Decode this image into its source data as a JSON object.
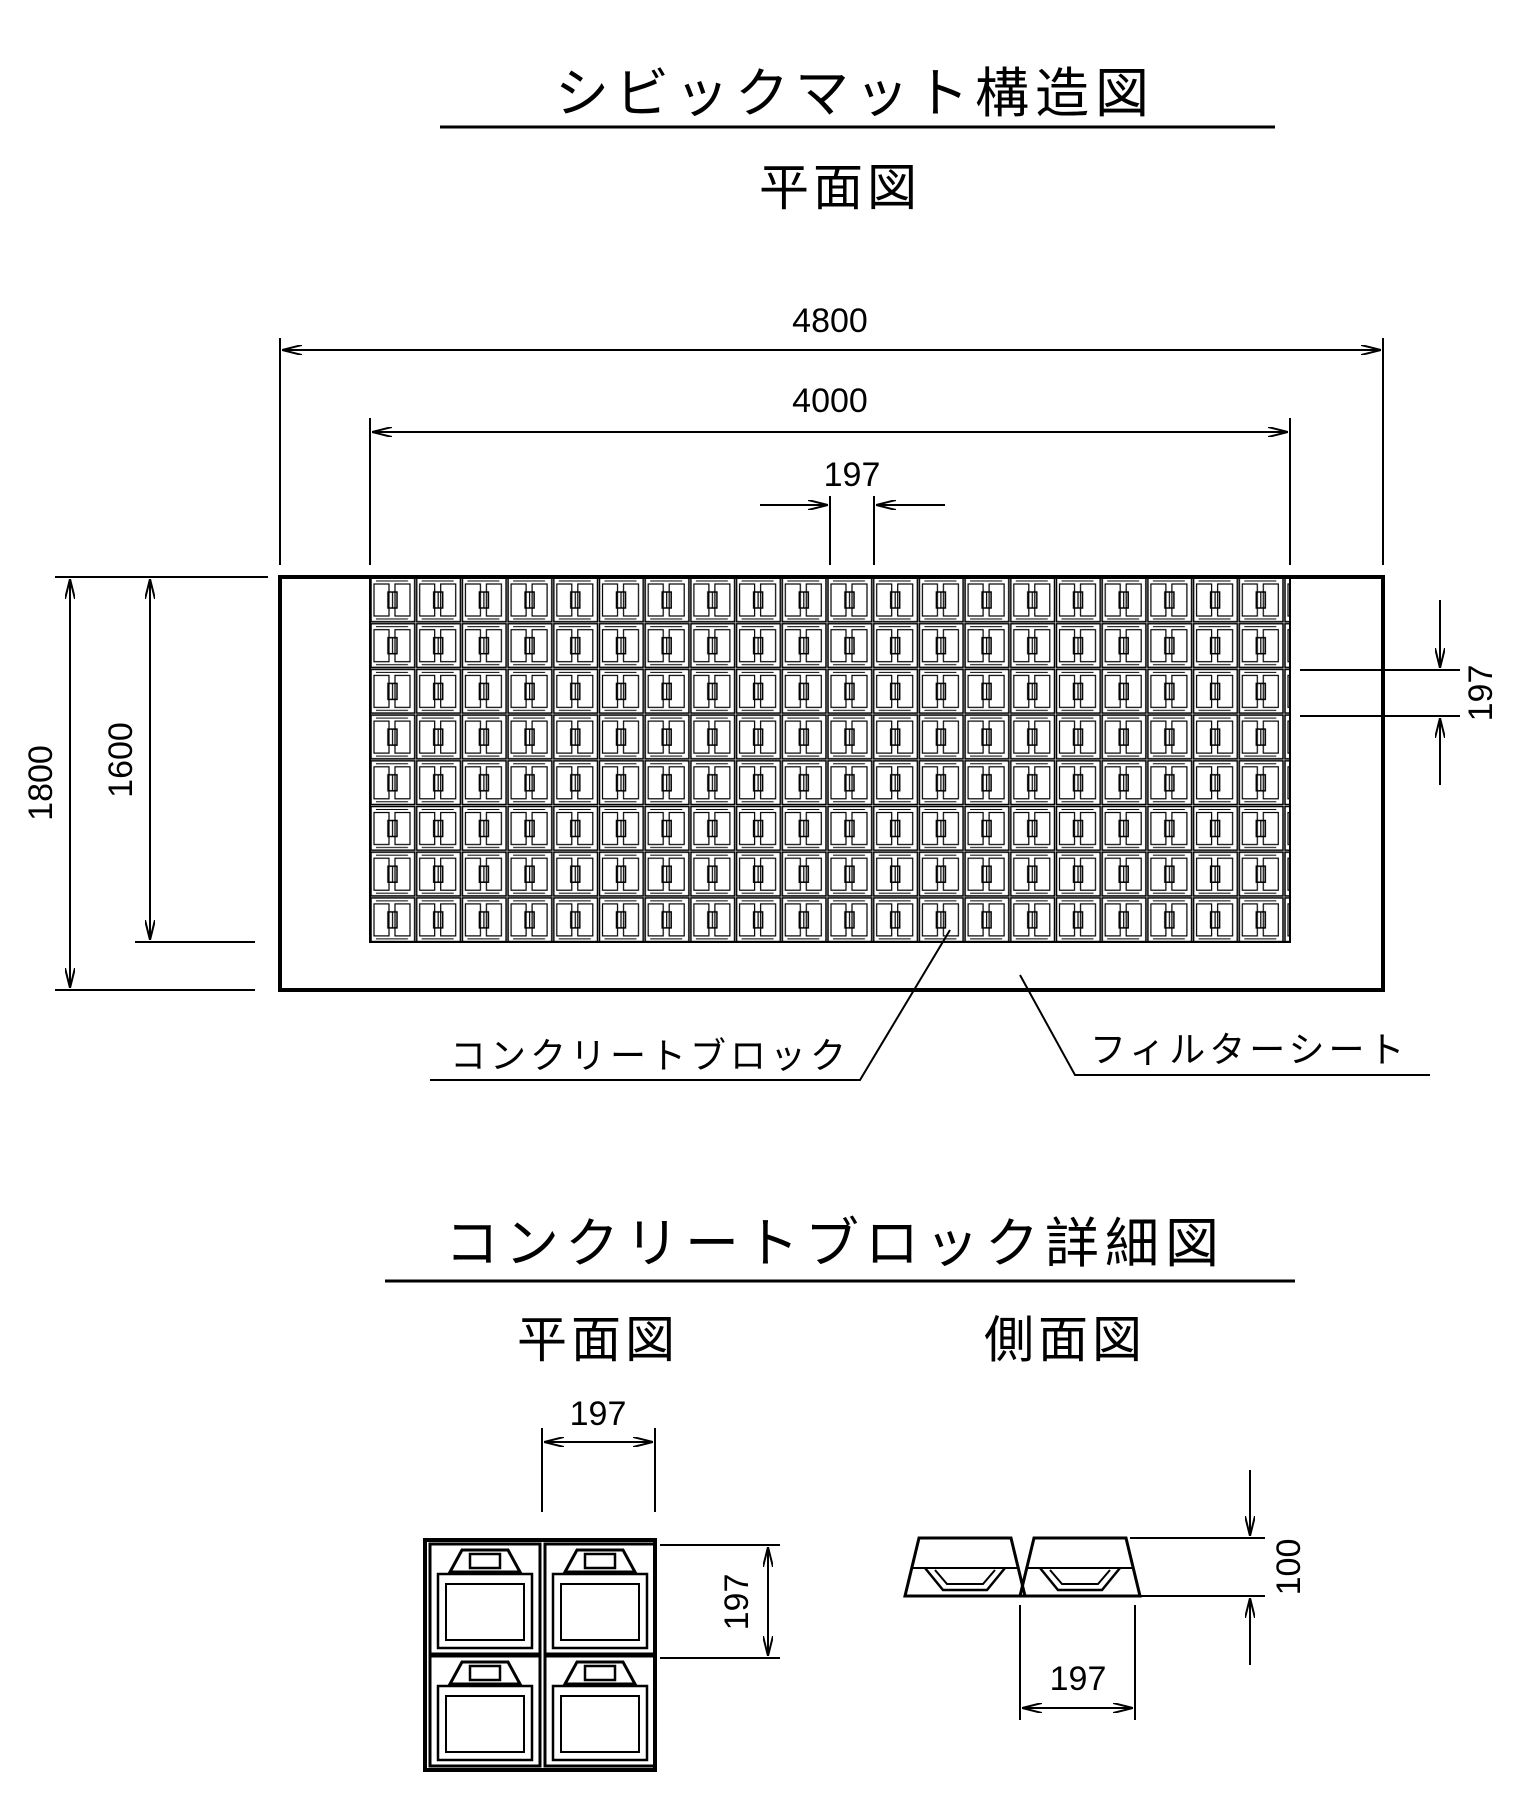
{
  "title": "シビックマット構造図",
  "plan_title": "平面図",
  "dims": {
    "outer_width": "4800",
    "inner_width": "4000",
    "block_width": "197",
    "outer_height": "1800",
    "inner_height": "1600",
    "block_height": "197"
  },
  "labels": {
    "concrete_block": "コンクリートブロック",
    "filter_sheet": "フィルターシート"
  },
  "detail": {
    "title": "コンクリートブロック詳細図",
    "plan_title": "平面図",
    "side_title": "側面図",
    "plan_width": "197",
    "plan_height": "197",
    "side_height": "100",
    "side_width": "197"
  }
}
